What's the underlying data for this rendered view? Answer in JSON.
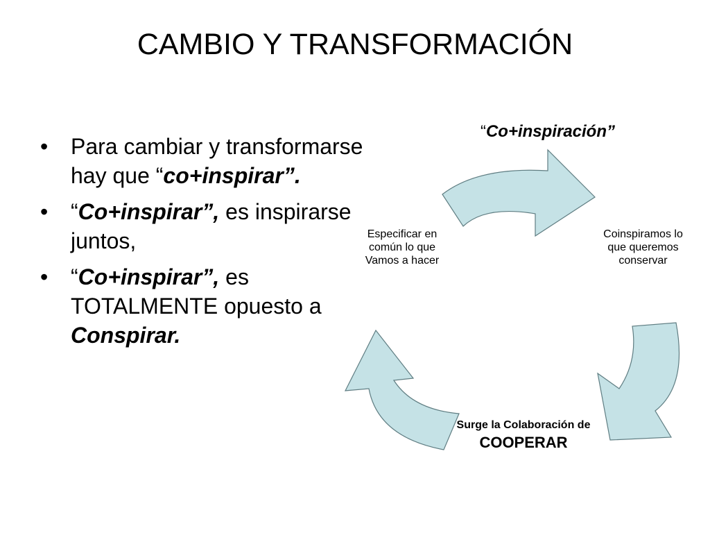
{
  "slide": {
    "title": "CAMBIO Y TRANSFORMACIÓN"
  },
  "bullets": [
    {
      "marker": "•",
      "prefix": "Para cambiar y transformarse hay que “",
      "emph": "co+inspirar”.",
      "suffix": ""
    },
    {
      "marker": "•",
      "prefix": "“",
      "emph": "Co+inspirar”,",
      "suffix": " es inspirarse juntos,"
    },
    {
      "marker": "•",
      "prefix": "“",
      "emph": "Co+inspirar”,",
      "suffix": " es TOTALMENTE opuesto a ",
      "emph2": "Conspirar."
    }
  ],
  "cycle": {
    "top": {
      "open": "“",
      "text": "Co+inspiración”"
    },
    "right": "Coinspiramos lo que queremos conservar",
    "bottom": {
      "line1": "Surge la Colaboración de",
      "line2": "COOPERAR"
    },
    "left": "Especificar en común lo que Vamos a hacer",
    "arrow_fill": "#c5e2e6",
    "arrow_stroke": "#5f7d82"
  }
}
